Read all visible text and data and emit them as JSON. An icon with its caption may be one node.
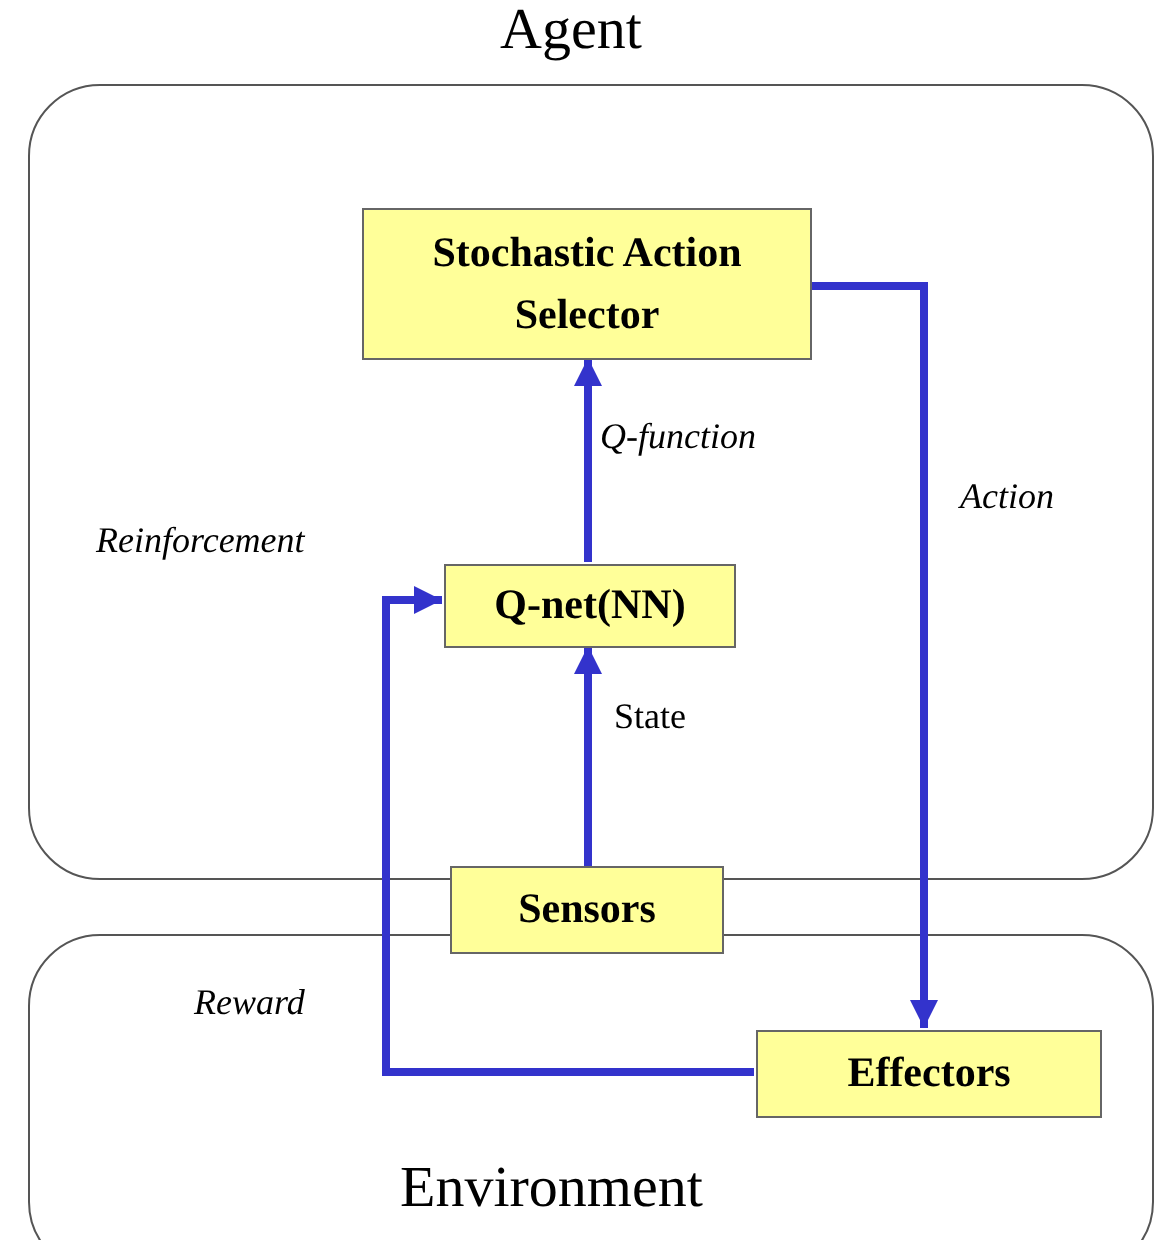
{
  "diagram": {
    "nodes": [
      {
        "text": [
          "Agent"
        ]
      },
      {
        "text": [
          "Stochastic Action Selector"
        ],
        "in": 0
      },
      {
        "text": [
          "Q-net(NN)"
        ],
        "in": 0
      },
      {
        "text": [
          "Sensors"
        ]
      },
      {
        "text": [
          "Environment"
        ]
      },
      {
        "text": [
          "Effectors"
        ],
        "in": 4
      }
    ],
    "edges": [
      {
        "from": 3,
        "to": 2,
        "arrow": "to",
        "label": "State"
      },
      {
        "from": 2,
        "to": 1,
        "arrow": "to",
        "label": "Q-function"
      },
      {
        "from": 1,
        "to": 5,
        "arrow": "to",
        "label": "Action"
      },
      {
        "from": 5,
        "to": 2,
        "arrow": "to",
        "label": "Reward"
      }
    ],
    "labels": [
      "Reinforcement"
    ]
  }
}
